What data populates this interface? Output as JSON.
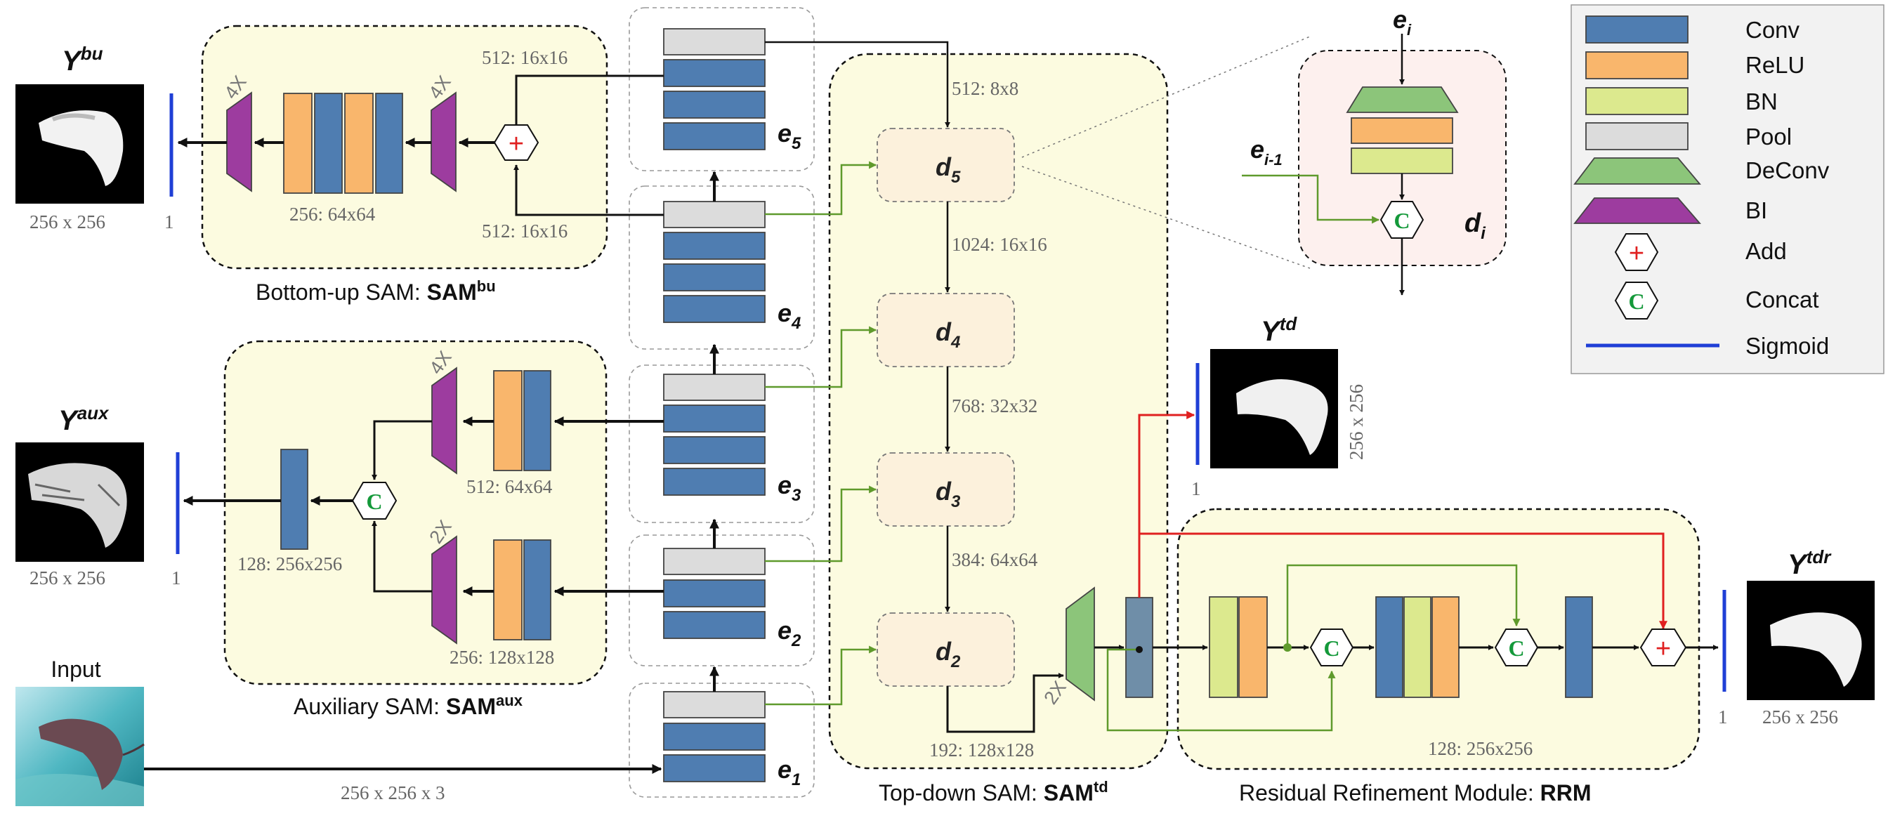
{
  "modules": {
    "bottom_up": {
      "prefix": "Bottom-up SAM: ",
      "bold": "SAM",
      "sup": "bu",
      "dims_top": "512: 16x16",
      "dims_bottom": "512: 16x16",
      "dims_blocks": "256: 64x64",
      "upsample_a": "4X",
      "upsample_b": "4X"
    },
    "auxiliary": {
      "prefix": "Auxiliary SAM: ",
      "bold": "SAM",
      "sup": "aux",
      "dims_top": "512: 64x64",
      "dims_bottom": "256: 128x128",
      "dims_conv": "128: 256x256",
      "upsample_a": "4X",
      "upsample_b": "2X"
    },
    "top_down": {
      "prefix": "Top-down SAM: ",
      "bold": "SAM",
      "sup": "td",
      "dims_d5_in": "512: 8x8",
      "dims_d5_d4": "1024: 16x16",
      "dims_d4_d3": "768: 32x32",
      "dims_d3_d2": "384: 64x64",
      "dims_d2_out": "192: 128x128",
      "upsample": "2X"
    },
    "rrm": {
      "prefix": "Residual Refinement Module: ",
      "bold": "RRM",
      "dims": "128: 256x256"
    }
  },
  "outputs": {
    "y_bu": {
      "base": "Y",
      "sup": "bu",
      "size": "256 x 256",
      "one": "1"
    },
    "y_aux": {
      "base": "Y",
      "sup": "aux",
      "size": "256 x 256",
      "one": "1"
    },
    "y_td": {
      "base": "Y",
      "sup": "td",
      "size": "256 x 256",
      "one": "1"
    },
    "y_tdr": {
      "base": "Y",
      "sup": "tdr",
      "size": "256 x 256",
      "one": "1"
    }
  },
  "input": {
    "label": "Input",
    "size": "256 x 256 x 3"
  },
  "encoders": [
    {
      "base": "e",
      "sub": "1"
    },
    {
      "base": "e",
      "sub": "2"
    },
    {
      "base": "e",
      "sub": "3"
    },
    {
      "base": "e",
      "sub": "4"
    },
    {
      "base": "e",
      "sub": "5"
    }
  ],
  "decoders": [
    {
      "base": "d",
      "sub": "5"
    },
    {
      "base": "d",
      "sub": "4"
    },
    {
      "base": "d",
      "sub": "3"
    },
    {
      "base": "d",
      "sub": "2"
    }
  ],
  "detail": {
    "top_base": "e",
    "top_sub": "i",
    "side_base": "e",
    "side_sub": "i-1",
    "name_base": "d",
    "name_sub": "i",
    "concat": "C"
  },
  "symbols": {
    "add": "+",
    "concat": "C"
  },
  "legend": [
    {
      "label": "Conv",
      "kind": "rect",
      "color": "#4f7db1"
    },
    {
      "label": "ReLU",
      "kind": "rect",
      "color": "#f9b66c"
    },
    {
      "label": "BN",
      "kind": "rect",
      "color": "#dce98e"
    },
    {
      "label": "Pool",
      "kind": "rect",
      "color": "#dcdcdc"
    },
    {
      "label": "DeConv",
      "kind": "trap-up",
      "color": "#8cc57a"
    },
    {
      "label": "BI",
      "kind": "trap-up",
      "color": "#9d3c9f"
    },
    {
      "label": "Add",
      "kind": "hex-add",
      "color": "#e02020"
    },
    {
      "label": "Concat",
      "kind": "hex-concat",
      "color": "#14993a"
    },
    {
      "label": "Sigmoid",
      "kind": "line",
      "color": "#1f3fd6"
    }
  ],
  "colors": {
    "conv": "#4f7db1",
    "relu": "#f9b66c",
    "bn": "#dce98e",
    "pool": "#dcdcdc",
    "deconv": "#8cc57a",
    "bi": "#9d3c9f",
    "sigmoid": "#1f3fd6",
    "module_fill": "#fcfbe0",
    "decoder_fill": "#fcf1dc",
    "detail_fill": "#fdf0ee",
    "arrow_green": "#5f9a2c",
    "arrow_red": "#e02020",
    "td_conv": "#6f8ea8"
  }
}
